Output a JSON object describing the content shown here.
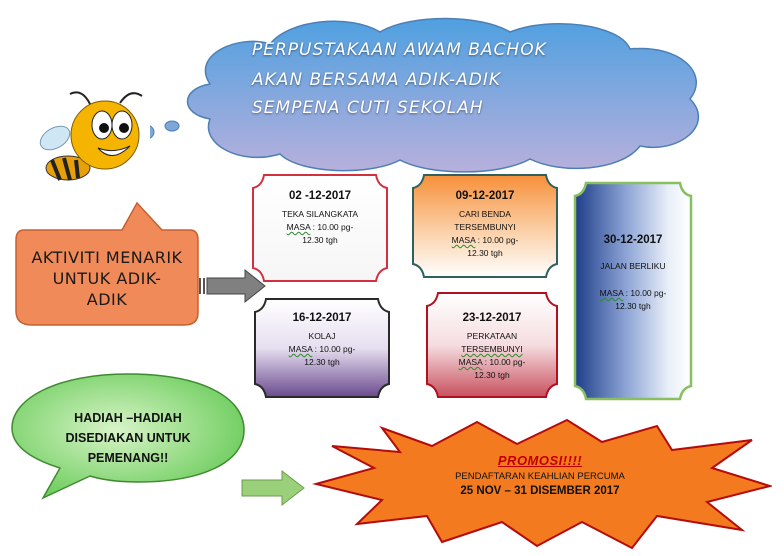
{
  "banner": {
    "line1": "PERPUSTAKAAN AWAM BACHOK",
    "line2": "AKAN BERSAMA  ADIK-ADIK",
    "line3": "SEMPENA CUTI SEKOLAH"
  },
  "activity_callout": {
    "line1": "AKTIVITI MENARIK",
    "line2": "UNTUK ADIK-",
    "line3": "ADIK"
  },
  "events": [
    {
      "date": "02 -12-2017",
      "title_line1": "TEKA SILANGKATA",
      "title_line2": "",
      "time_label": "MASA",
      "time_line1": " : 10.00 pg-",
      "time_line2": "12.30 tgh",
      "border_color": "#d32f3f"
    },
    {
      "date": "09-12-2017",
      "title_line1": "CARI BENDA",
      "title_line2": "TERSEMBUNYI",
      "time_label": "MASA",
      "time_line1": " : 10.00 pg-",
      "time_line2": "12.30 tgh",
      "border_color": "#2e6060"
    },
    {
      "date": "30-12-2017",
      "title_line1": "JALAN BERLIKU",
      "title_line2": "",
      "time_label": "MASA",
      "time_line1": " : 10.00 pg-",
      "time_line2": "12.30 tgh",
      "border_color": "#88c060"
    },
    {
      "date": "16-12-2017",
      "title_line1": "KOLAJ",
      "title_line2": "",
      "time_label": "MASA",
      "time_line1": " : 10.00 pg-",
      "time_line2": "12.30 tgh",
      "border_color": "#2a2a2a"
    },
    {
      "date": "23-12-2017",
      "title_line1": "PERKATAAN",
      "title_line2": "TERSEMBUNYI",
      "time_label": "MASA",
      "time_line1": " : 10.00 pg-",
      "time_line2": "12.30 tgh",
      "border_color": "#b01020"
    }
  ],
  "prize_callout": {
    "line1": "HADIAH –HADIAH",
    "line2": "DISEDIAKAN UNTUK",
    "line3": "PEMENANG!!"
  },
  "promo": {
    "title": "PROMOSI!!!!",
    "line1": "PENDAFTARAN KEAHLIAN PERCUMA",
    "line2": "25 NOV – 31 DISEMBER 2017"
  },
  "colors": {
    "cloud_top": "#4fa0e0",
    "cloud_bottom": "#b8b0dc",
    "activity_fill": "#f08a58",
    "prize_fill": "#7ed870",
    "promo_fill": "#f37a1e",
    "promo_title": "#c00000",
    "arrow_fill": "#808080"
  },
  "icons": {
    "bee": "bee-mascot-icon"
  }
}
